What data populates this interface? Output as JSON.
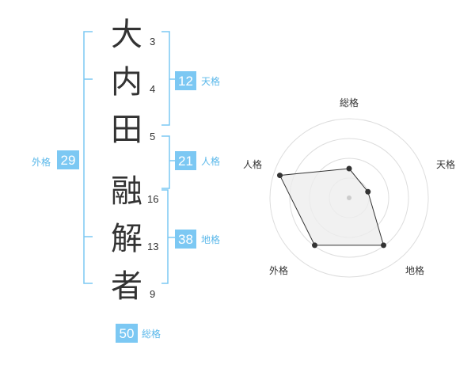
{
  "name_characters": [
    {
      "char": "大",
      "strokes": "3"
    },
    {
      "char": "内",
      "strokes": "4"
    },
    {
      "char": "田",
      "strokes": "5"
    },
    {
      "char": "融",
      "strokes": "16"
    },
    {
      "char": "解",
      "strokes": "13"
    },
    {
      "char": "者",
      "strokes": "9"
    }
  ],
  "fortunes": {
    "tenkaku": {
      "value": "12",
      "label": "天格"
    },
    "jinkaku": {
      "value": "21",
      "label": "人格"
    },
    "chikaku": {
      "value": "38",
      "label": "地格"
    },
    "gaikaku": {
      "value": "29",
      "label": "外格"
    },
    "soukaku": {
      "value": "50",
      "label": "総格"
    }
  },
  "colors": {
    "accent": "#7cc8f3",
    "accent_text": "#5bb8ea",
    "ring": "#dddddd",
    "polygon_fill": "#eeeeee",
    "polygon_stroke": "#333333"
  },
  "chart_data": {
    "type": "radar",
    "axes": [
      "総格",
      "天格",
      "地格",
      "外格",
      "人格"
    ],
    "values": [
      0.37,
      0.25,
      0.74,
      0.74,
      0.92
    ],
    "range": [
      0,
      1
    ],
    "rings": 4
  }
}
